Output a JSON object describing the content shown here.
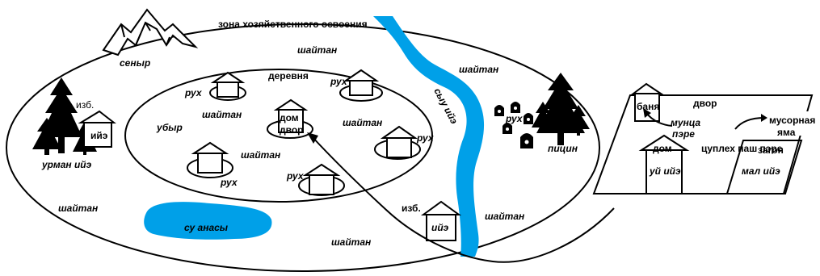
{
  "labels": {
    "zone_title": "зона хозяйственного освоения",
    "mountain": "сеныр",
    "village": "деревня",
    "forest": "урман ийэ",
    "izba_forest_label": "изб.",
    "izba_forest_house": "ийэ",
    "dom": "дом",
    "dvor": "двор",
    "ubyr": "убыр",
    "river": "сыу ийэ",
    "cemetery": "пицин",
    "cemetery_rukh": "рух",
    "lake": "су анасы",
    "izba_river_label": "изб.",
    "izba_river_house": "ийэ",
    "rukh": [
      "рух",
      "рух",
      "рух",
      "рух",
      "рух"
    ],
    "shaitan": [
      "шайтан",
      "шайтан",
      "шайтан",
      "шайтан",
      "шайтан",
      "шайтан",
      "шайтан",
      "шайтан"
    ]
  },
  "yard": {
    "title": "двор",
    "banya": "баня",
    "munca": "мунца",
    "pere": "пэре",
    "musor1": "мусорная",
    "musor2": "яма",
    "cuplekh": "цуплех паш пэре",
    "dom": "дом",
    "ui": "уй ийэ",
    "zagon": "загон",
    "mal": "мал ийэ"
  }
}
